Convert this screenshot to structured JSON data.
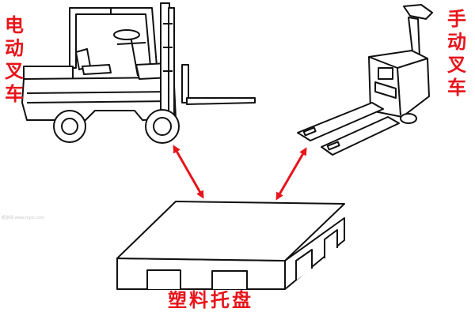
{
  "labels": {
    "electric_forklift": "电动叉车",
    "manual_forklift": "手动叉车",
    "plastic_pallet": "塑料托盘"
  },
  "watermark": "昵享网 www.nipic.com",
  "colors": {
    "label": "#e8141b",
    "arrow": "#e8141b",
    "line": "#111111",
    "background": "#ffffff"
  }
}
